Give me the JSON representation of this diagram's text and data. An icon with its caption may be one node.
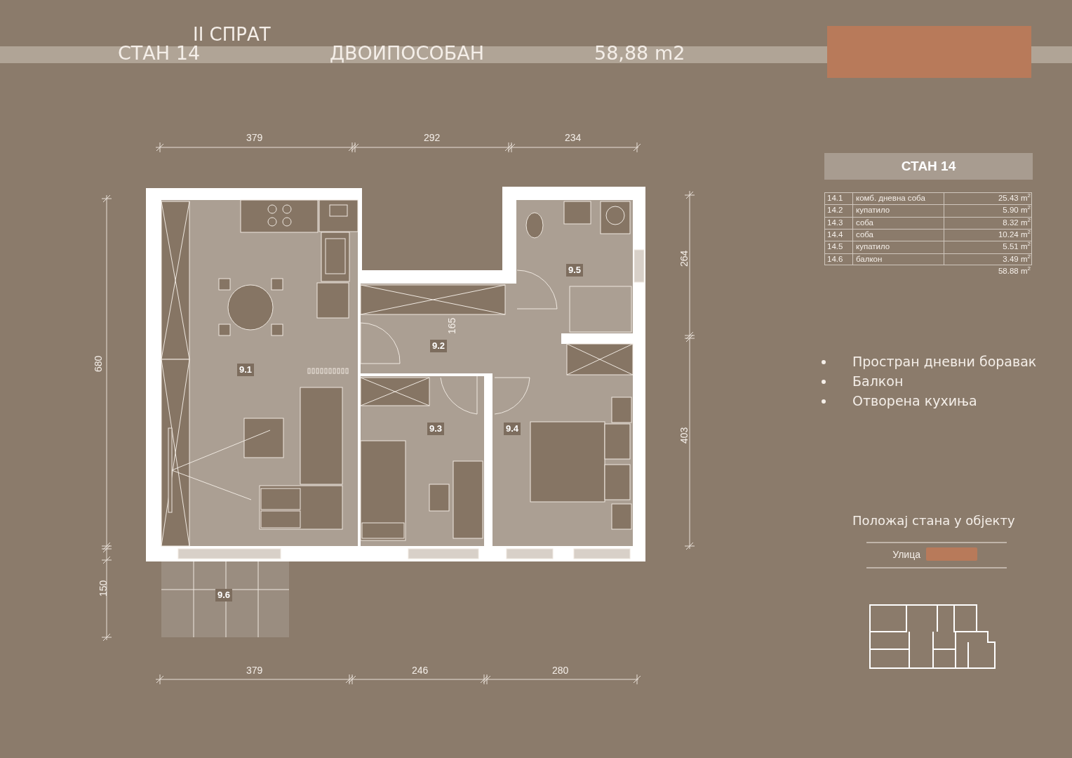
{
  "diagram": {
    "nodes": [
      {
        "text": [],
        "shape": "box"
      },
      {
        "text": [
          "СТАН 14"
        ]
      },
      {
        "text": [
          "9.1"
        ]
      },
      {
        "text": [
          "9.2"
        ]
      },
      {
        "text": [
          "9.3"
        ]
      },
      {
        "text": [
          "9.4"
        ]
      },
      {
        "text": [
          "9.5"
        ]
      },
      {
        "text": [
          "9.6"
        ]
      },
      {
        "text": [],
        "shape": "bar",
        "beside": [
          "Улица"
        ]
      }
    ],
    "labels": [
      "II СПРАТ",
      "СТАН 14",
      "ДВОИПОСОБАН",
      "58,88 m2",
      "379",
      "292",
      "234",
      "264",
      "165",
      "680",
      "403",
      "150",
      "379",
      "246",
      "280",
      "14.1",
      "комб. дневна соба",
      "25.43 m$^{2}$",
      "14.2",
      "купатило",
      "5.90 m$^{2}$",
      "14.3",
      "соба",
      "8.32 m$^{2}$",
      "14.4",
      "соба",
      "10.24 m$^{2}$",
      "14.5",
      "купатило",
      "5.51 m$^{2}$",
      "14.6",
      "балкон",
      "3.49 m$^{2}$",
      "58.88 m$^{2}$",
      "Простран дневни боравак",
      "Балкон",
      "Отворена кухиња",
      "Положај стана у објекту"
    ]
  }
}
